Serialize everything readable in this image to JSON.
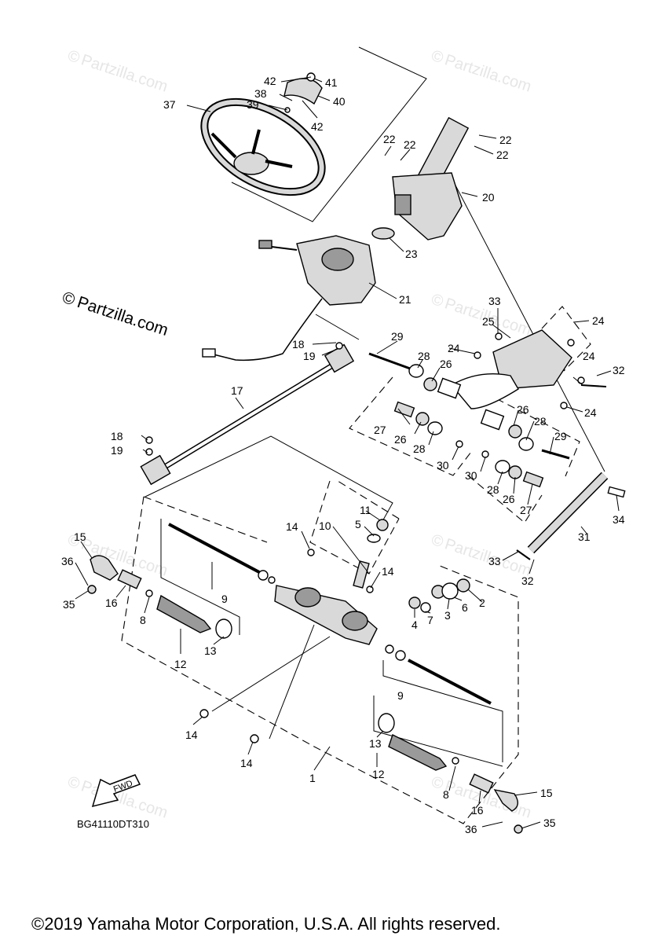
{
  "watermark": {
    "brand": "Partzilla.com",
    "symbol": "©"
  },
  "diagram": {
    "code": "BG41110DT310",
    "fwd_label": "FWD",
    "callouts": [
      {
        "id": "c42a",
        "text": "42"
      },
      {
        "id": "c41",
        "text": "41"
      },
      {
        "id": "c38",
        "text": "38"
      },
      {
        "id": "c40",
        "text": "40"
      },
      {
        "id": "c39",
        "text": "39"
      },
      {
        "id": "c37",
        "text": "37"
      },
      {
        "id": "c42b",
        "text": "42"
      },
      {
        "id": "c22a",
        "text": "22"
      },
      {
        "id": "c22b",
        "text": "22"
      },
      {
        "id": "c22c",
        "text": "22"
      },
      {
        "id": "c22d",
        "text": "22"
      },
      {
        "id": "c20",
        "text": "20"
      },
      {
        "id": "c23",
        "text": "23"
      },
      {
        "id": "c21",
        "text": "21"
      },
      {
        "id": "c33a",
        "text": "33"
      },
      {
        "id": "c25",
        "text": "25"
      },
      {
        "id": "c24a",
        "text": "24"
      },
      {
        "id": "c29a",
        "text": "29"
      },
      {
        "id": "c24b",
        "text": "24"
      },
      {
        "id": "c18a",
        "text": "18"
      },
      {
        "id": "c28a",
        "text": "28"
      },
      {
        "id": "c26a",
        "text": "26"
      },
      {
        "id": "c19a",
        "text": "19"
      },
      {
        "id": "c24c",
        "text": "24"
      },
      {
        "id": "c32a",
        "text": "32"
      },
      {
        "id": "c17",
        "text": "17"
      },
      {
        "id": "c24d",
        "text": "24"
      },
      {
        "id": "c26b",
        "text": "26"
      },
      {
        "id": "c27a",
        "text": "27"
      },
      {
        "id": "c28b",
        "text": "28"
      },
      {
        "id": "c26c",
        "text": "26"
      },
      {
        "id": "c28c",
        "text": "28"
      },
      {
        "id": "c29b",
        "text": "29"
      },
      {
        "id": "c18b",
        "text": "18"
      },
      {
        "id": "c19b",
        "text": "19"
      },
      {
        "id": "c30a",
        "text": "30"
      },
      {
        "id": "c30b",
        "text": "30"
      },
      {
        "id": "c28d",
        "text": "28"
      },
      {
        "id": "c26d",
        "text": "26"
      },
      {
        "id": "c27b",
        "text": "27"
      },
      {
        "id": "c34",
        "text": "34"
      },
      {
        "id": "c11",
        "text": "11"
      },
      {
        "id": "c14a",
        "text": "14"
      },
      {
        "id": "c5",
        "text": "5"
      },
      {
        "id": "c10",
        "text": "10"
      },
      {
        "id": "c15a",
        "text": "15"
      },
      {
        "id": "c31",
        "text": "31"
      },
      {
        "id": "c36a",
        "text": "36"
      },
      {
        "id": "c33b",
        "text": "33"
      },
      {
        "id": "c14b",
        "text": "14"
      },
      {
        "id": "c32b",
        "text": "32"
      },
      {
        "id": "c9a",
        "text": "9"
      },
      {
        "id": "c16a",
        "text": "16"
      },
      {
        "id": "c35a",
        "text": "35"
      },
      {
        "id": "c8a",
        "text": "8"
      },
      {
        "id": "c6",
        "text": "6"
      },
      {
        "id": "c2",
        "text": "2"
      },
      {
        "id": "c7",
        "text": "7"
      },
      {
        "id": "c3",
        "text": "3"
      },
      {
        "id": "c4",
        "text": "4"
      },
      {
        "id": "c13a",
        "text": "13"
      },
      {
        "id": "c12a",
        "text": "12"
      },
      {
        "id": "c9b",
        "text": "9"
      },
      {
        "id": "c14c",
        "text": "14"
      },
      {
        "id": "c14d",
        "text": "14"
      },
      {
        "id": "c13b",
        "text": "13"
      },
      {
        "id": "c1",
        "text": "1"
      },
      {
        "id": "c12b",
        "text": "12"
      },
      {
        "id": "c15b",
        "text": "15"
      },
      {
        "id": "c8b",
        "text": "8"
      },
      {
        "id": "c16b",
        "text": "16"
      },
      {
        "id": "c36b",
        "text": "36"
      },
      {
        "id": "c35b",
        "text": "35"
      }
    ]
  },
  "footer": {
    "copyright": "©2019 Yamaha Motor Corporation, U.S.A. All rights reserved."
  }
}
